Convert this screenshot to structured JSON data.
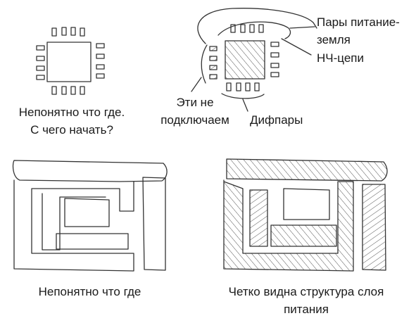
{
  "panel_top_left": {
    "caption_line1": "Непонятно что где.",
    "caption_line2": "С чего начать?"
  },
  "panel_top_right": {
    "label_power_line1": "Пары питание-",
    "label_power_line2": "земля",
    "label_lf": "НЧ-цепи",
    "label_nc_line1": "Эти не",
    "label_nc_line2": "подключаем",
    "label_diff": "Дифпары"
  },
  "panel_bottom_left": {
    "caption": "Непонятно что где"
  },
  "panel_bottom_right": {
    "caption_line1": "Четко видна структура слоя",
    "caption_line2": "питания"
  }
}
